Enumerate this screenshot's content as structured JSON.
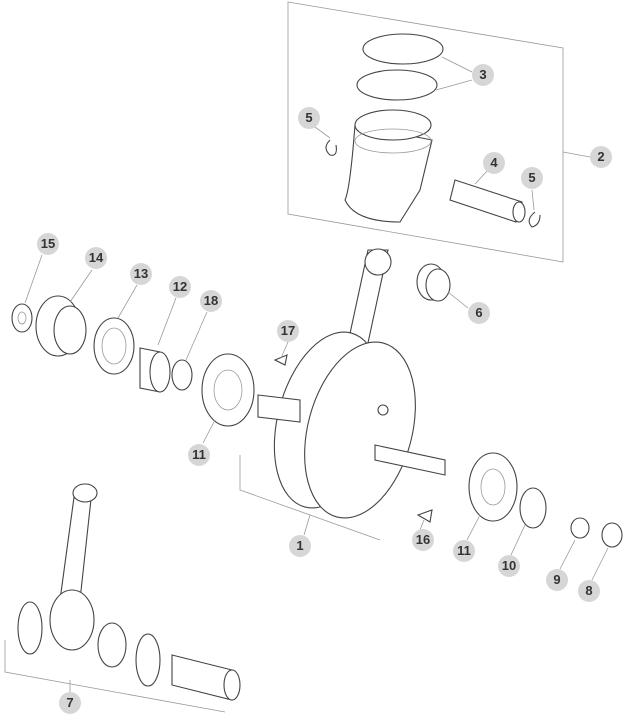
{
  "callouts": [
    {
      "id": "c15",
      "label": "15"
    },
    {
      "id": "c14",
      "label": "14"
    },
    {
      "id": "c13",
      "label": "13"
    },
    {
      "id": "c12",
      "label": "12"
    },
    {
      "id": "c18",
      "label": "18"
    },
    {
      "id": "c17",
      "label": "17"
    },
    {
      "id": "c11a",
      "label": "11"
    },
    {
      "id": "c1",
      "label": "1"
    },
    {
      "id": "c16",
      "label": "16"
    },
    {
      "id": "c11b",
      "label": "11"
    },
    {
      "id": "c10",
      "label": "10"
    },
    {
      "id": "c9",
      "label": "9"
    },
    {
      "id": "c8",
      "label": "8"
    },
    {
      "id": "c6",
      "label": "6"
    },
    {
      "id": "c7",
      "label": "7"
    },
    {
      "id": "c2",
      "label": "2"
    },
    {
      "id": "c3",
      "label": "3"
    },
    {
      "id": "c4",
      "label": "4"
    },
    {
      "id": "c5a",
      "label": "5"
    },
    {
      "id": "c5b",
      "label": "5"
    }
  ],
  "colors": {
    "callout_bg": "#d6d6d6",
    "callout_text": "#333333",
    "line": "#444444"
  }
}
